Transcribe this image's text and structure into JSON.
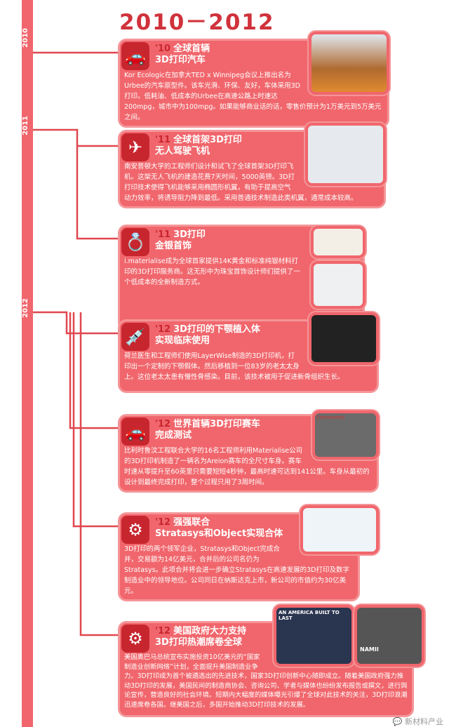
{
  "title": "2010－2012",
  "years": [
    "2010",
    "2011",
    "2012"
  ],
  "colors": {
    "accent": "#f0666c",
    "dark": "#c8262f",
    "title": "#d0323c"
  },
  "cards": [
    {
      "icon": "car-icon",
      "year": "'10",
      "title1": "全球首辆",
      "title2": "3D打印汽车",
      "body": "Kor Ecologic在加拿大TED x Winnipeg会议上推出名为Urbee的汽车原型件。该车光滑、环保、友好，车体采用3D打印。低耗油、低成本的Urbee在高速公路上时速达200mpg，城市中为100mpg。如果能够商业话的话，零售价预计为1万美元到5万美元之间。"
    },
    {
      "icon": "airplane-icon",
      "year": "'11",
      "title1": "全球首架3D打印",
      "title2": "无人驾驶飞机",
      "body": "南安普顿大学的工程师们设计和试飞了全球首架3D打印飞机。这架无人飞机的建造花费7天时间，5000英镑。3D打打印技术使得飞机能够采用椭圆形机翼，有助于提高空气动力效率，将诱导阻力降到最低。采用普通技术制造此类机翼，通常成本较高。"
    },
    {
      "icon": "ring-icon",
      "year": "'11",
      "title1": "3D打印",
      "title2": "金银首饰",
      "body": "i.materialise成为全球首家提供14K黄金和标准纯银材料打印的3D打印服务商。这无形中为珠宝首饰设计师们提供了一个低成本的全新制造方式。"
    },
    {
      "icon": "syringe-icon",
      "year": "'12",
      "title1": "3D打印的下颚植入体",
      "title2": "实现临床使用",
      "body": "荷兰医生和工程师们使用LayerWise制造的3D打印机，打印出一个定制的下颚假体。然后移植到一位83岁的老太太身上。这位老太太患有慢性骨感染。目前，该技术被用于促进新骨组织生长。"
    },
    {
      "icon": "car-icon",
      "year": "'12",
      "title1": "世界首辆3D打印赛车",
      "title2": "完成测试",
      "body": "比利时鲁汶工程联合大学的16名工程师利用Materialise公司的3D打印机制造了一辆名为Areion赛车的全尺寸车身。赛车时速从零提升至60英里只需要短短4秒钟，最高时速可达到141公里。车身从最初的设计到最终完成打印，整个过程只用了3周时间。"
    },
    {
      "icon": "gears-icon",
      "year": "'12",
      "title1": "强强联合",
      "title2": "Stratasys和Object实现合体",
      "body": "3D打印的两个领军企业，Stratasys和Object完成合并，交易额为14亿美元，合并后的公司名仍为Stratasys。此项合并将会进一步确立Stratasys在高速发展的3D打印及数字制造业中的领导地位。公司同日在纳斯达克上市，新公司的市值约为30亿美元。"
    },
    {
      "icon": "gears-icon",
      "year": "'12",
      "title1": "美国政府大力支持",
      "title2": "3D打印热潮席卷全球",
      "body": "美国奥巴马总统宣布实施投资10亿美元的“国家制造业创新网络”计划，全面提升美国制造业争力。3D打印成为首个被遴选出的先进技术，国家3D打印创新中心随即成立。随着美国政府强力推动3D打印的发展，美国民间的制造商协会、咨询公司、学者与媒体也纷纷发布报告或撰文，进行舆论宣传，营造良好的社会环境。短期内大幅度的媒体曝光引爆了全球对此技术的关注，3D打印浪潮迅速席卷各国。继美国之后，多国开始推动3D打印技术的发展。"
    }
  ],
  "photos": {
    "banner": "AN AMERICA BUILT TO LAST",
    "sign": "NAMII",
    "race": "Continental"
  },
  "watermark": "新材料产业"
}
